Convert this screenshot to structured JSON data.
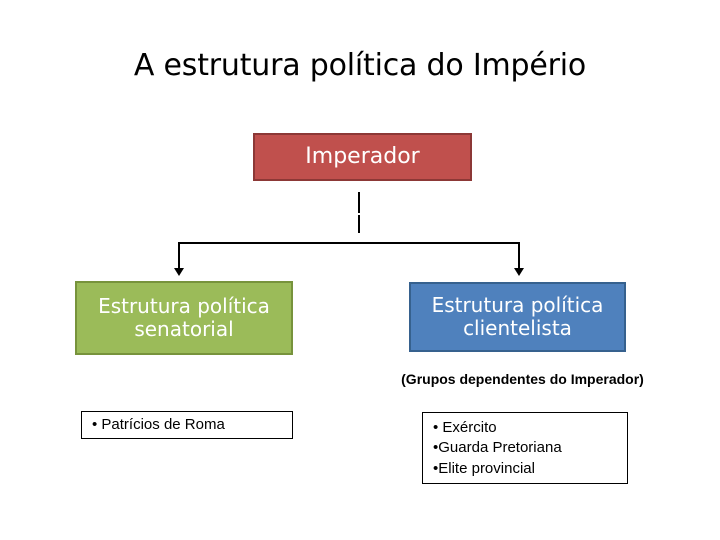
{
  "slide": {
    "title": "A estrutura política do Império",
    "background_color": "#FFFFFF"
  },
  "diagram": {
    "root": {
      "label": "Imperador",
      "fill_color": "#C0504D",
      "border_color": "#8C3836",
      "text_color": "#FFFFFF"
    },
    "branches": [
      {
        "label": "Estrutura política senatorial",
        "fill_color": "#9BBB59",
        "border_color": "#77933C",
        "text_color": "#FFFFFF",
        "items": [
          "• Patrícios de Roma"
        ]
      },
      {
        "label": "Estrutura política clientelista",
        "fill_color": "#4F81BD",
        "border_color": "#36618E",
        "text_color": "#FFFFFF",
        "caption": "(Grupos dependentes do Imperador)",
        "items": [
          "•  Exército",
          "•Guarda Pretoriana",
          "•Elite provincial"
        ]
      }
    ],
    "connector_color": "#000000"
  }
}
